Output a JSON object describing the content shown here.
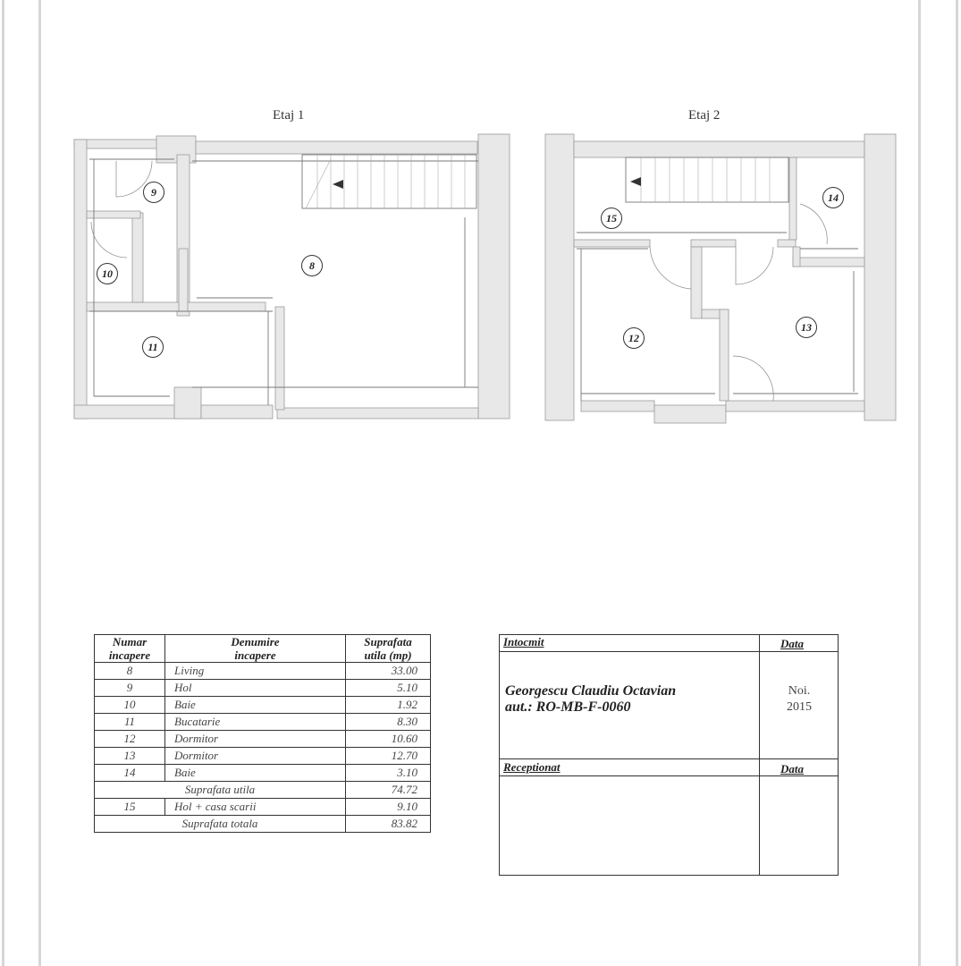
{
  "document": {
    "floor_plans": [
      {
        "title": "Etaj 1",
        "rooms": [
          "8",
          "9",
          "10",
          "11"
        ]
      },
      {
        "title": "Etaj 2",
        "rooms": [
          "12",
          "13",
          "14",
          "15"
        ]
      }
    ],
    "room_table": {
      "headers": {
        "number": [
          "Numar",
          "incapere"
        ],
        "name": [
          "Denumire",
          "incapere"
        ],
        "area": [
          "Suprafata",
          "utila  (mp)"
        ]
      },
      "rows": [
        {
          "number": "8",
          "name": "Living",
          "area": "33.00"
        },
        {
          "number": "9",
          "name": "Hol",
          "area": "5.10"
        },
        {
          "number": "10",
          "name": "Baie",
          "area": "1.92"
        },
        {
          "number": "11",
          "name": "Bucatarie",
          "area": "8.30"
        },
        {
          "number": "12",
          "name": "Dormitor",
          "area": "10.60"
        },
        {
          "number": "13",
          "name": "Dormitor",
          "area": "12.70"
        },
        {
          "number": "14",
          "name": "Baie",
          "area": "3.10"
        }
      ],
      "subtotal": {
        "label": "Suprafata utila",
        "area": "74.72"
      },
      "extra_row": {
        "number": "15",
        "name": "Hol + casa scarii",
        "area": "9.10"
      },
      "total": {
        "label": "Suprafata totala",
        "area": "83.82"
      }
    },
    "stamp": {
      "prepared_label": "Intocmit",
      "date_label": "Data",
      "author_name": "Georgescu Claudiu Octavian",
      "author_id": "aut.: RO-MB-F-0060",
      "date_month": "Noi.",
      "date_year": "2015",
      "received_label": "Receptionat",
      "received_date_label": "Data"
    }
  }
}
